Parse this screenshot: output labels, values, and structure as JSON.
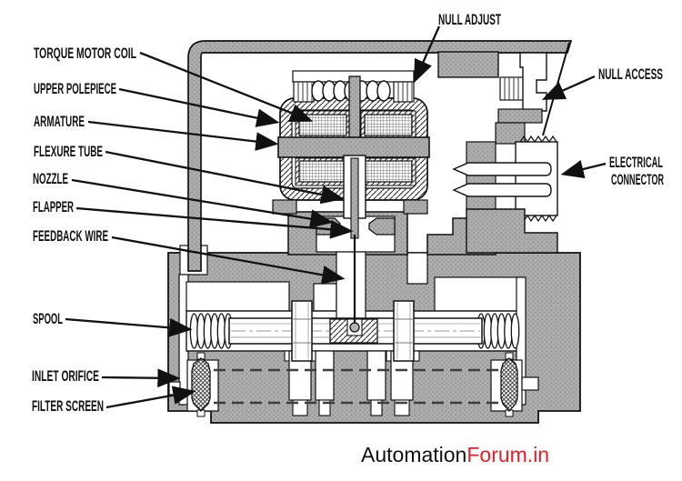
{
  "labels": {
    "torque_motor_coil": "TORQUE MOTOR COIL",
    "upper_polepiece": "UPPER POLEPIECE",
    "armature": "ARMATURE",
    "flexure_tube": "FLEXURE TUBE",
    "nozzle": "NOZZLE",
    "flapper": "FLAPPER",
    "feedback_wire": "FEEDBACK WIRE",
    "spool": "SPOOL",
    "inlet_orifice": "INLET ORIFICE",
    "filter_screen": "FILTER SCREEN",
    "null_adjust": "NULL ADJUST",
    "null_access": "NULL ACCESS",
    "electrical_connector_line1": "ELECTRICAL",
    "electrical_connector_line2": "CONNECTOR"
  },
  "watermark": {
    "prefix": "Automation",
    "suffix": "Forum.in"
  },
  "colors": {
    "metal_gray": "#ACACAC",
    "outline_black": "#111111",
    "watermark_prefix_color": "#111111",
    "watermark_suffix_color": "#EC1C24",
    "background": "#FFFFFF"
  }
}
